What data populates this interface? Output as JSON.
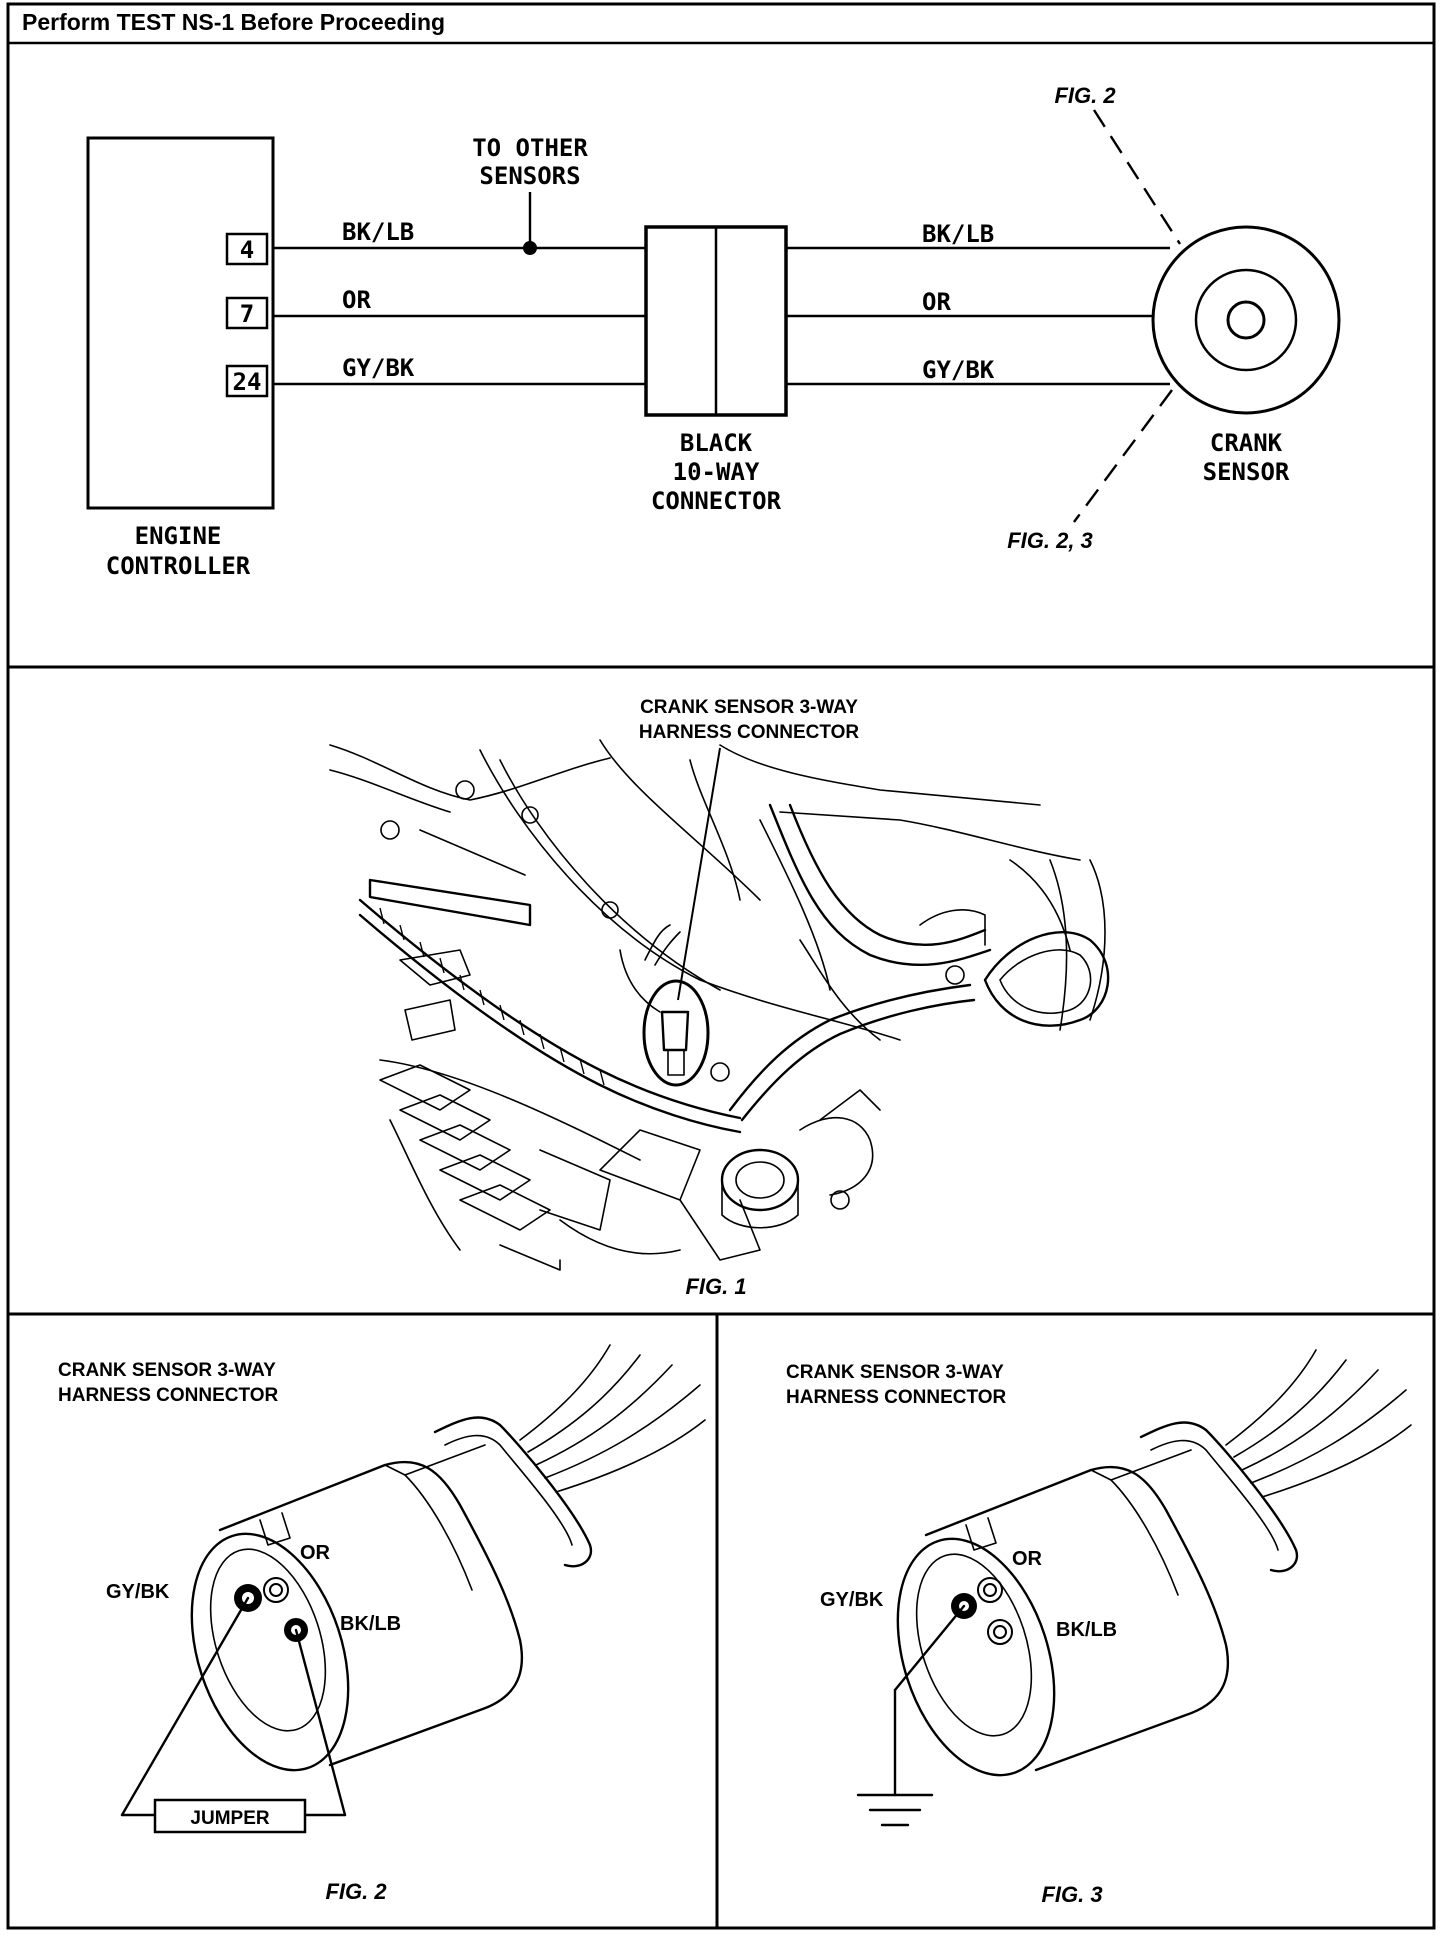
{
  "header": {
    "title": "Perform TEST NS-1 Before Proceeding"
  },
  "schematic": {
    "controller": {
      "label_line1": "ENGINE",
      "label_line2": "CONTROLLER",
      "pins": [
        "4",
        "7",
        "24"
      ]
    },
    "splice_label_line1": "TO OTHER",
    "splice_label_line2": "SENSORS",
    "wires_left": [
      "BK/LB",
      "OR",
      "GY/BK"
    ],
    "wires_right": [
      "BK/LB",
      "OR",
      "GY/BK"
    ],
    "connector": {
      "label_line1": "BLACK",
      "label_line2": "10-WAY",
      "label_line3": "CONNECTOR"
    },
    "sensor": {
      "label_line1": "CRANK",
      "label_line2": "SENSOR"
    },
    "fig_ref_top": "FIG. 2",
    "fig_ref_bottom": "FIG. 2, 3"
  },
  "fig1": {
    "callout_line1": "CRANK SENSOR 3-WAY",
    "callout_line2": "HARNESS CONNECTOR",
    "caption": "FIG. 1"
  },
  "fig2": {
    "title_line1": "CRANK SENSOR 3-WAY",
    "title_line2": "HARNESS CONNECTOR",
    "pin_or": "OR",
    "pin_gybk": "GY/BK",
    "pin_bklb": "BK/LB",
    "jumper_label": "JUMPER",
    "caption": "FIG. 2"
  },
  "fig3": {
    "title_line1": "CRANK SENSOR 3-WAY",
    "title_line2": "HARNESS CONNECTOR",
    "pin_or": "OR",
    "pin_gybk": "GY/BK",
    "pin_bklb": "BK/LB",
    "caption": "FIG. 3"
  }
}
